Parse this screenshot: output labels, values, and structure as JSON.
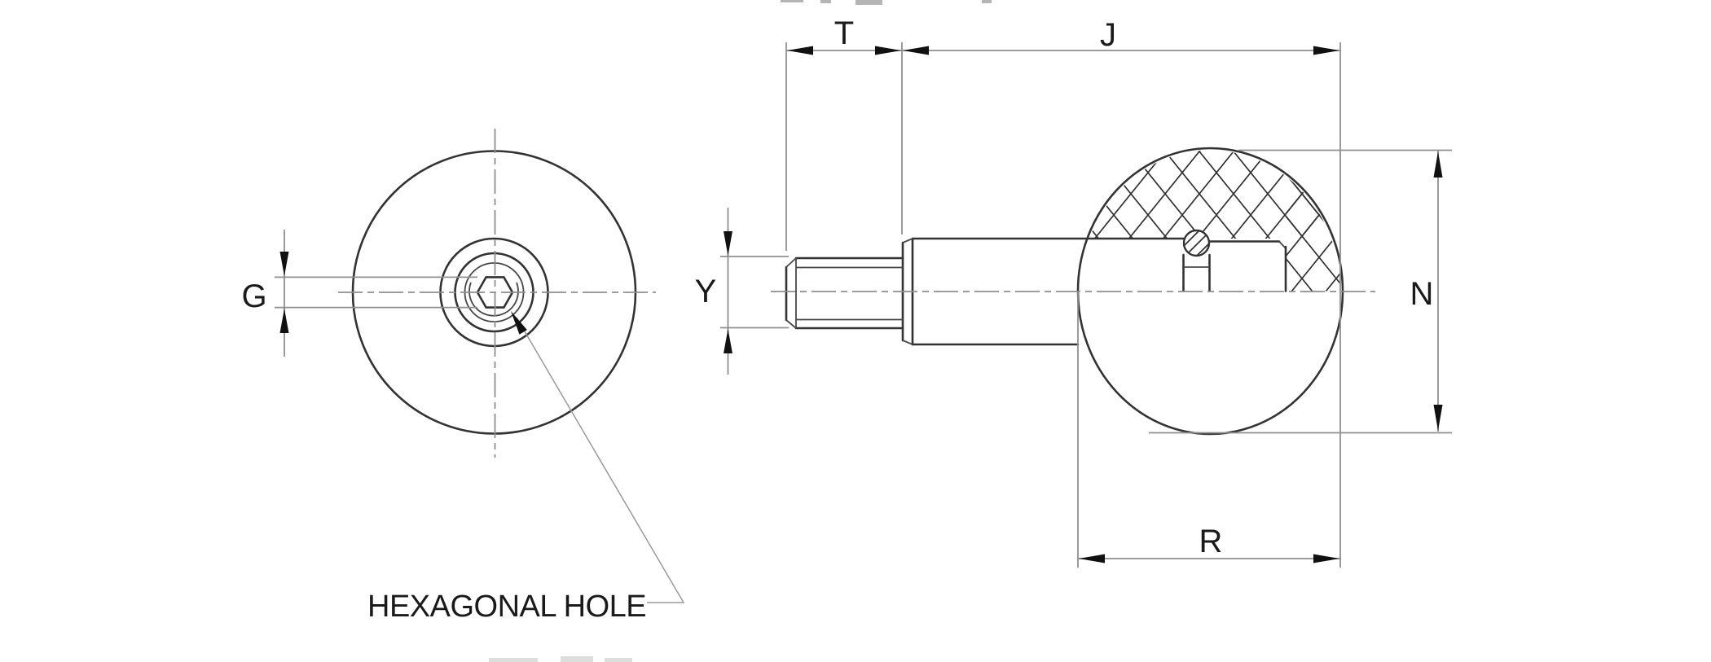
{
  "drawing": {
    "type": "technical-dimension-drawing",
    "part": "ball knob with threaded stud",
    "labels": {
      "g": "G",
      "t": "T",
      "j": "J",
      "y": "Y",
      "n": "N",
      "r": "R"
    },
    "annotation": "HEXAGONAL HOLE",
    "colors": {
      "background": "#ffffff",
      "geometry_outline": "#333333",
      "dimension_lines": "#8f8f8f",
      "arrowheads": "#111111",
      "text": "#1a1a1a"
    }
  }
}
